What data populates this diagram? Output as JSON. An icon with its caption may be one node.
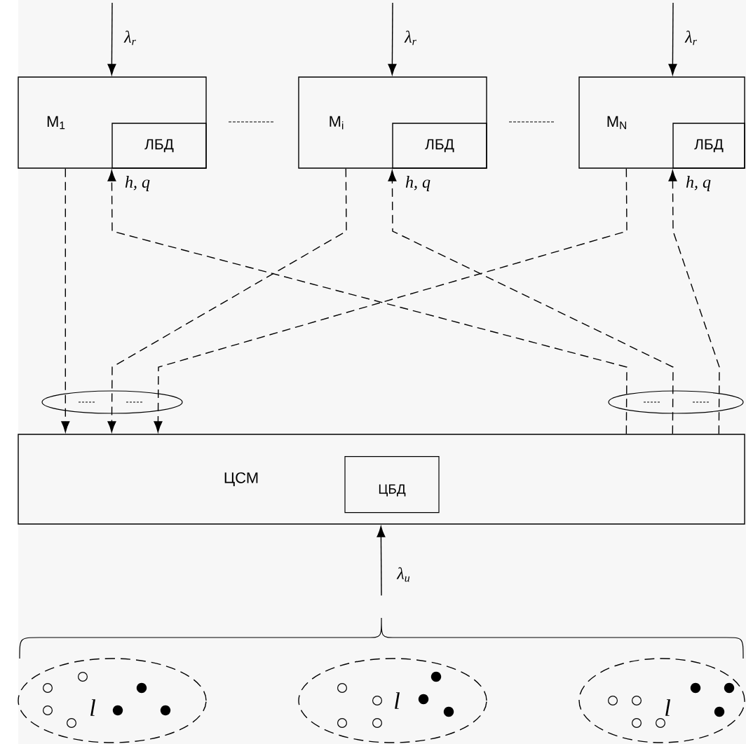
{
  "diagram": {
    "nodes": [
      {
        "text": [
          "M$_{1}$"
        ]
      },
      {
        "text": [
          "ЛБД"
        ],
        "in": 0
      },
      {
        "text": [
          "M$_{i}$"
        ]
      },
      {
        "text": [
          "ЛБД"
        ],
        "in": 2
      },
      {
        "text": [
          "M$_{N}$"
        ]
      },
      {
        "text": [
          "ЛБД"
        ],
        "in": 4
      },
      {
        "text": [
          "ЦСМ"
        ]
      },
      {
        "text": [
          "ЦБД"
        ],
        "in": 6
      },
      {
        "text": [
          "l"
        ]
      },
      {
        "text": [
          "l"
        ]
      },
      {
        "text": [
          "l"
        ]
      }
    ],
    "edges": [
      {
        "from": null,
        "to": 0,
        "arrow": "to",
        "label": "λ$_{r}$"
      },
      {
        "from": null,
        "to": 2,
        "arrow": "to",
        "label": "λ$_{r}$"
      },
      {
        "from": null,
        "to": 4,
        "arrow": "to",
        "label": "λ$_{r}$"
      },
      {
        "from": 0,
        "to": 6,
        "arrow": "to",
        "style": "dashed"
      },
      {
        "from": 2,
        "to": 6,
        "arrow": "to",
        "style": "dashed"
      },
      {
        "from": 4,
        "to": 6,
        "arrow": "to",
        "style": "dashed"
      },
      {
        "from": 6,
        "to": 1,
        "arrow": "to",
        "style": "dashed",
        "label": "h, q"
      },
      {
        "from": 6,
        "to": 3,
        "arrow": "to",
        "style": "dashed",
        "label": "h, q"
      },
      {
        "from": 6,
        "to": 5,
        "arrow": "to",
        "style": "dashed",
        "label": "h, q"
      },
      {
        "from": null,
        "to": 6,
        "arrow": "to",
        "label": "λ$_{u}$"
      }
    ]
  }
}
